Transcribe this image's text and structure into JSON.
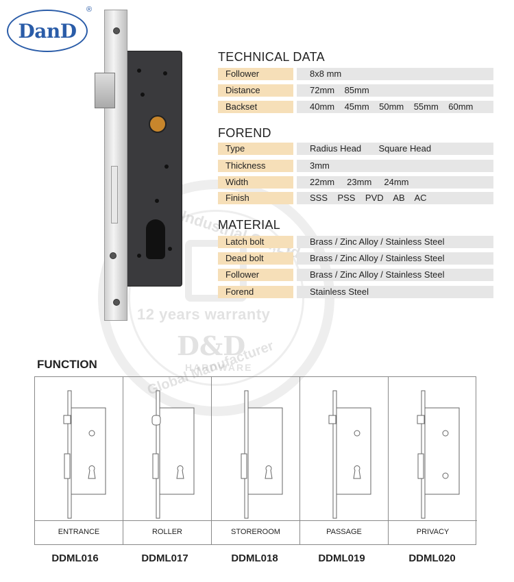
{
  "logo": {
    "text": "DanD",
    "reg": "®"
  },
  "watermark": {
    "warranty": "12 years warranty",
    "brand": "D&D",
    "hardware": "HARDWARE",
    "top": "are Industrial Co.,Ltd",
    "bottom": "Global Manufacturer"
  },
  "technical_data": {
    "title": "TECHNICAL DATA",
    "rows": [
      {
        "label": "Follower",
        "value": "8x8 mm"
      },
      {
        "label": "Distance",
        "value": "72mm    85mm"
      },
      {
        "label": "Backset",
        "value": "40mm    45mm    50mm    55mm    60mm"
      }
    ]
  },
  "forend": {
    "title": "FOREND",
    "rows": [
      {
        "label": "Type",
        "value": "Radius Head       Square Head"
      },
      {
        "label": "Thickness",
        "value": "3mm"
      },
      {
        "label": "Width",
        "value": "22mm     23mm     24mm"
      },
      {
        "label": "Finish",
        "value": "SSS    PSS    PVD    AB    AC"
      }
    ]
  },
  "material": {
    "title": "MATERIAL",
    "rows": [
      {
        "label": "Latch bolt",
        "value": "Brass / Zinc Alloy / Stainless Steel"
      },
      {
        "label": "Dead bolt",
        "value": "Brass / Zinc Alloy / Stainless Steel"
      },
      {
        "label": "Follower",
        "value": "Brass / Zinc Alloy / Stainless Steel"
      },
      {
        "label": "Forend",
        "value": "Stainless Steel"
      }
    ]
  },
  "function": {
    "title": "FUNCTION",
    "items": [
      {
        "name": "ENTRANCE",
        "code": "DDML016"
      },
      {
        "name": "ROLLER",
        "code": "DDML017"
      },
      {
        "name": "STOREROOM",
        "code": "DDML018"
      },
      {
        "name": "PASSAGE",
        "code": "DDML019"
      },
      {
        "name": "PRIVACY",
        "code": "DDML020"
      }
    ]
  }
}
